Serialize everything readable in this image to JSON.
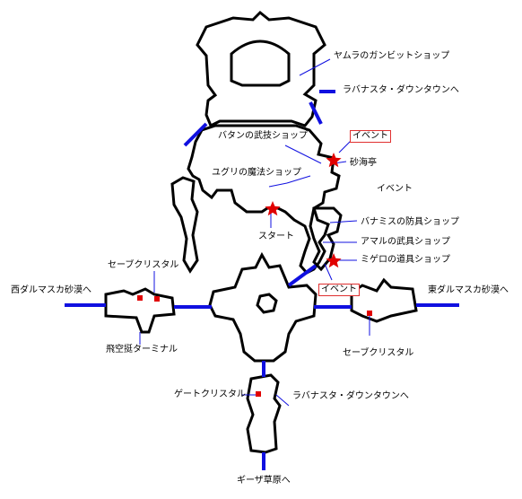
{
  "colors": {
    "wall": "#000000",
    "passage": "#1010e0",
    "leader": "#1010e0",
    "crystal": "#e00000",
    "event_star": "#e00000",
    "event_box_border": "#e03030"
  },
  "icons": {
    "crystal": "red-square-icon",
    "event": "red-star-icon"
  },
  "labels": {
    "yamura_gambit_shop": "ヤムラのガンビットショップ",
    "to_rabanastre_downtown_top": "ラバナスタ・ダウンタウンへ",
    "event_top": "イベント",
    "batan_technique_shop": "バタンの武技ショップ",
    "sand_sea_inn": "砂海亭",
    "yugri_magic_shop": "ユグリの魔法ショップ",
    "event_right": "イベント",
    "start": "スタート",
    "banamis_armor_shop": "バナミスの防具ショップ",
    "amal_weapon_shop": "アマルの武具ショップ",
    "migelo_item_shop": "ミゲロの道具ショップ",
    "event_lower": "イベント",
    "save_crystal_left": "セーブクリスタル",
    "to_west_dalmasca": "西ダルマスカ砂漠へ",
    "to_east_dalmasca": "東ダルマスカ砂漠へ",
    "aerodrome_terminal": "飛空挺ターミナル",
    "save_crystal_right": "セーブクリスタル",
    "gate_crystal": "ゲートクリスタル",
    "to_rabanastre_downtown_bottom": "ラバナスタ・ダウンタウンへ",
    "to_giza_plains": "ギーザ草原へ"
  }
}
